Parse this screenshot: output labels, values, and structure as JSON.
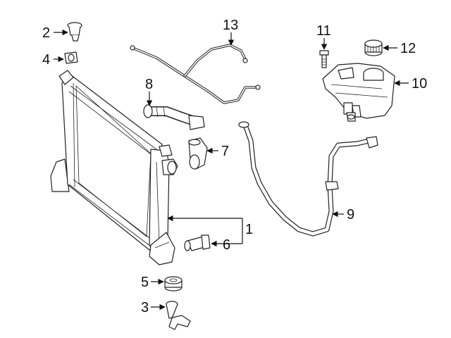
{
  "callouts": [
    {
      "id": "1",
      "part": "radiator"
    },
    {
      "id": "2",
      "part": "push-clip"
    },
    {
      "id": "3",
      "part": "mounting-bracket"
    },
    {
      "id": "4",
      "part": "insulator"
    },
    {
      "id": "5",
      "part": "mount-grommet"
    },
    {
      "id": "6",
      "part": "drain-plug"
    },
    {
      "id": "7",
      "part": "hose-connector"
    },
    {
      "id": "8",
      "part": "upper-hose"
    },
    {
      "id": "9",
      "part": "overflow-hose"
    },
    {
      "id": "10",
      "part": "reservoir"
    },
    {
      "id": "11",
      "part": "bolt"
    },
    {
      "id": "12",
      "part": "reservoir-cap"
    },
    {
      "id": "13",
      "part": "vent-hose"
    }
  ]
}
